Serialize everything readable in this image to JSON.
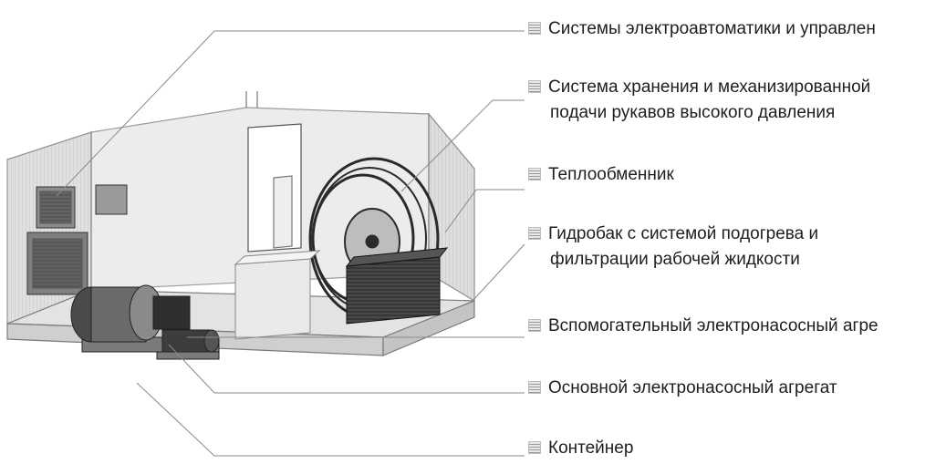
{
  "labels": [
    {
      "lines": [
        "Системы электроавтоматики и управлен"
      ]
    },
    {
      "lines": [
        "Система хранения и механизированной",
        "подачи рукавов высокого давления"
      ]
    },
    {
      "lines": [
        "Теплообменник"
      ]
    },
    {
      "lines": [
        "Гидробак с системой подогрева и",
        "фильтрации рабочей жидкости"
      ]
    },
    {
      "lines": [
        "Вспомогательный электронасосный агре"
      ]
    },
    {
      "lines": [
        "Основной электронасосный агрегат"
      ]
    },
    {
      "lines": [
        "Контейнер"
      ]
    }
  ],
  "colors": {
    "line": "#8a8a8a",
    "ink": "#1e1e1e",
    "container": "#d6d6d6",
    "dark": "#3a3a3a"
  }
}
